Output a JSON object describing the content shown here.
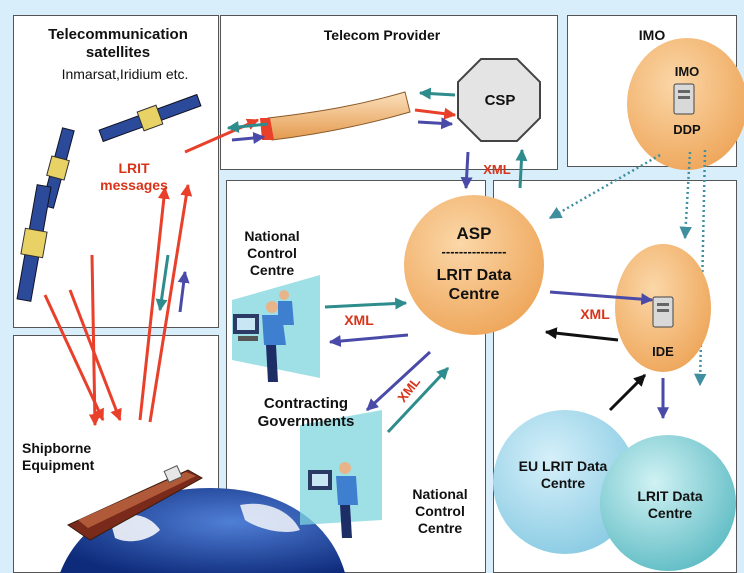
{
  "panels": {
    "satellites": {
      "title": "Telecommunication satellites",
      "subtitle": "Inmarsat,Iridium etc."
    },
    "provider": {
      "title": "Telecom Provider"
    },
    "imo": {
      "title": "IMO"
    },
    "ship": {
      "title": "Shipborne Equipment"
    }
  },
  "nodes": {
    "csp": "CSP",
    "imo_ddp_top": "IMO",
    "imo_ddp_bottom": "DDP",
    "asp_title": "ASP",
    "asp_divider": "---------------",
    "asp_sub": "LRIT Data Centre",
    "ide": "IDE",
    "eu_lrit": "EU LRIT Data Centre",
    "lrit_dc": "LRIT Data Centre"
  },
  "labels": {
    "lrit_messages": "LRIT messages",
    "xml_csp": "XML",
    "xml_ncc": "XML",
    "xml_contracting": "XML",
    "xml_ide": "XML",
    "ncc_top": "National Control Centre",
    "contracting": "Contracting Governments",
    "ncc_bottom": "National Control Centre"
  },
  "colors": {
    "background": "#d8eefb",
    "node_orange": "#f4b46a",
    "node_blue": "#a9dcee",
    "arrow_red": "#e8402a",
    "arrow_blue": "#4a4aa8",
    "arrow_teal": "#2e8c8c",
    "arrow_dotted": "#3f8fa0",
    "label_red": "#d8341a"
  }
}
